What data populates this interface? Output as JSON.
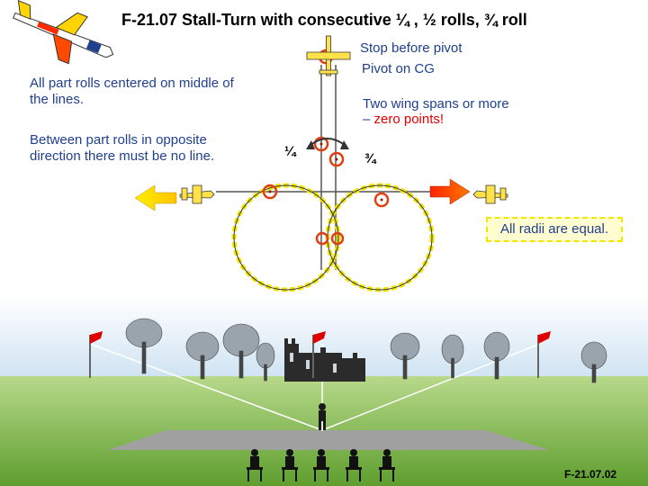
{
  "title": "F-21.07 Stall-Turn with consecutive ¼ , ½ rolls, ¾ roll",
  "notes": {
    "stop_before_pivot": "Stop before pivot",
    "pivot_on_cg": "Pivot on CG",
    "part_rolls": "All part rolls centered on middle of the lines.",
    "between_rolls": "Between part rolls in opposite direction there must be no line.",
    "wing_spans_1": "Two wing spans or more",
    "wing_spans_2_prefix": "– ",
    "wing_spans_2_red": "zero points!",
    "radii": "All radii are equal."
  },
  "fractions": {
    "quarter": "¼",
    "three_quarter": "¾"
  },
  "footer": "F-21.07.02",
  "colors": {
    "text_blue": "#1f3f8f",
    "red": "#e00000",
    "yellow": "#f2e600",
    "sky_top": "#ffffff",
    "grass": "#8cc24a",
    "runway": "#a0a0a0"
  }
}
